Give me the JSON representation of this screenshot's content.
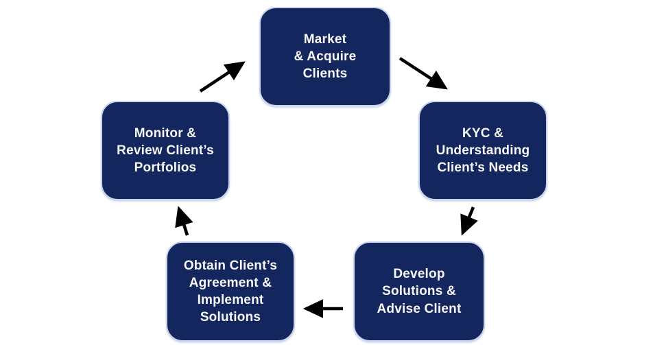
{
  "diagram": {
    "type": "cycle-flowchart",
    "nodes": [
      {
        "id": "market",
        "label": "Market\n& Acquire\nClients"
      },
      {
        "id": "kyc",
        "label": "KYC &\nUnderstanding\nClient’s Needs"
      },
      {
        "id": "develop",
        "label": "Develop\nSolutions &\nAdvise Client"
      },
      {
        "id": "obtain",
        "label": "Obtain Client’s\nAgreement &\nImplement\nSolutions"
      },
      {
        "id": "monitor",
        "label": "Monitor &\nReview Client’s\nPortfolios"
      }
    ],
    "edges": [
      {
        "from": "market",
        "to": "kyc"
      },
      {
        "from": "kyc",
        "to": "develop"
      },
      {
        "from": "develop",
        "to": "obtain"
      },
      {
        "from": "obtain",
        "to": "monitor"
      },
      {
        "from": "monitor",
        "to": "market"
      }
    ],
    "colors": {
      "node_fill": "#14265e",
      "node_border": "#c9d3ea",
      "node_text": "#f7f7f7",
      "arrow": "#000000",
      "background": "#ffffff"
    }
  }
}
